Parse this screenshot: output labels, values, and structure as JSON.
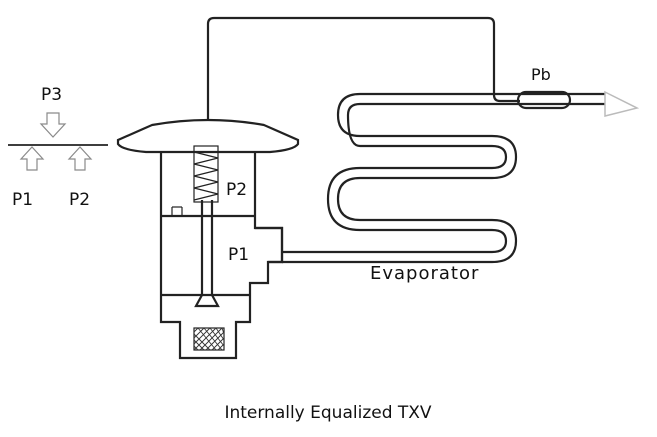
{
  "diagram": {
    "caption": "Internally Equalized TXV",
    "pressure_legend": {
      "top_label": "P3",
      "left_label": "P1",
      "right_label": "P2"
    },
    "valve_labels": {
      "upper_chamber": "P2",
      "lower_chamber": "P1"
    },
    "bulb_label": "Pb",
    "evaporator_label": "Evaporator"
  }
}
